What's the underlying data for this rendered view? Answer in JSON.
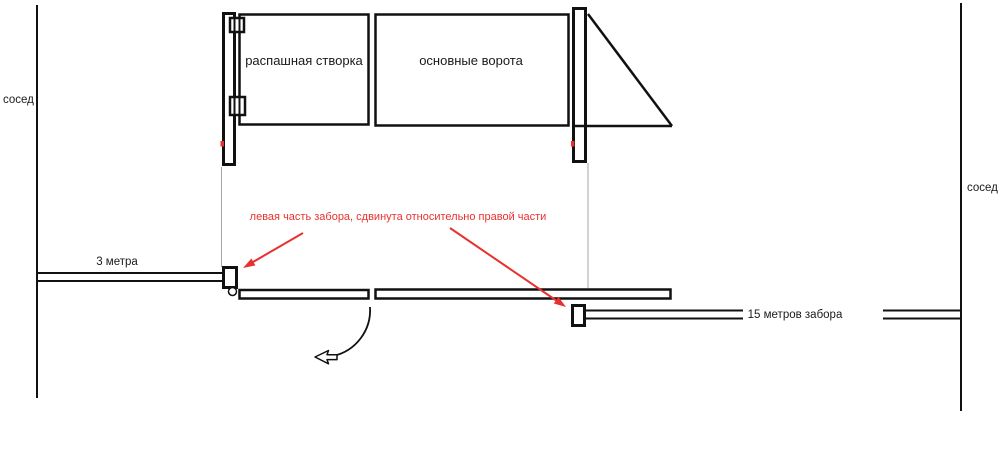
{
  "page": {
    "type": "site-plan-sketch",
    "background": "#ffffff"
  },
  "colors": {
    "line": "#111111",
    "thin_connector_line": "#a6a6a6",
    "red": "#e8312e",
    "text": "#1a1a1a",
    "shape_fill": "#ffffff"
  },
  "labels": {
    "left_neighbor": "сосед",
    "right_neighbor": "сосед",
    "swing_leaf": "распашная створка",
    "main_gate": "основные ворота",
    "left_fence_length": "3 метра",
    "right_fence_length": "15 метров забора",
    "annotation": "левая часть забора, сдвинута относительно правой части"
  }
}
